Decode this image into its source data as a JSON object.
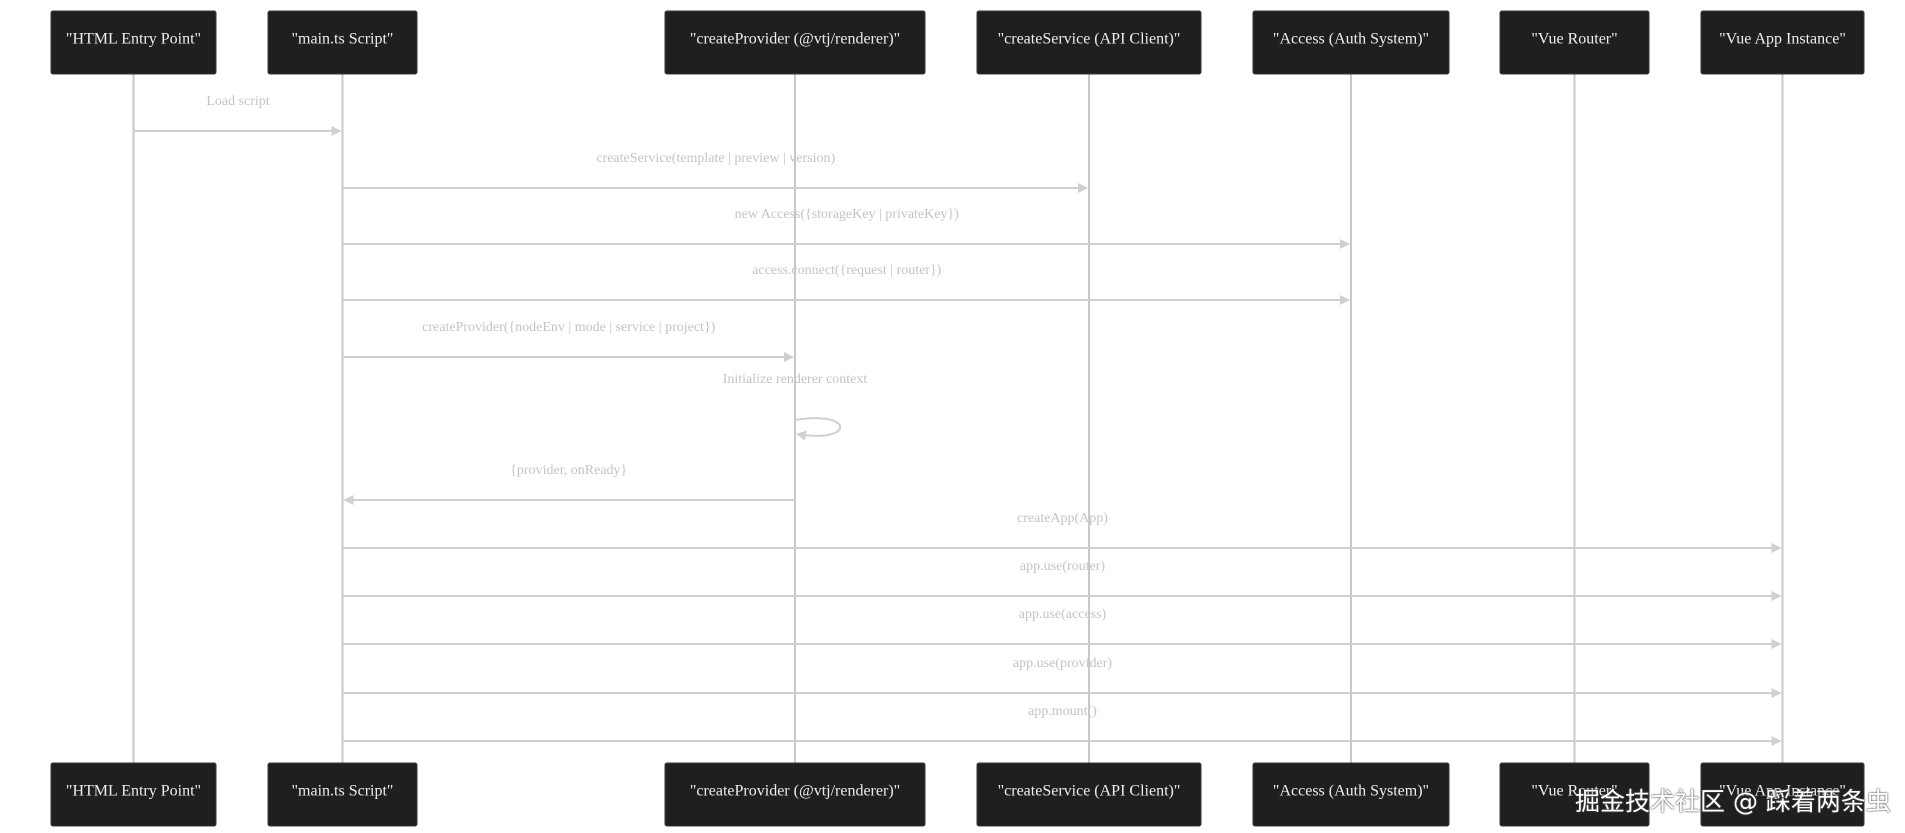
{
  "actors": [
    {
      "id": "html",
      "label": "\"HTML Entry Point\""
    },
    {
      "id": "main",
      "label": "\"main.ts Script\""
    },
    {
      "id": "provider",
      "label": "\"createProvider (@vtj/renderer)\""
    },
    {
      "id": "service",
      "label": "\"createService (API Client)\""
    },
    {
      "id": "access",
      "label": "\"Access (Auth System)\""
    },
    {
      "id": "router",
      "label": "\"Vue Router\""
    },
    {
      "id": "app",
      "label": "\"Vue App Instance\""
    }
  ],
  "messages": [
    {
      "from": "html",
      "to": "main",
      "label": "Load script"
    },
    {
      "from": "main",
      "to": "service",
      "label": "createService(template | preview | version)"
    },
    {
      "from": "main",
      "to": "access",
      "label": "new Access({storageKey | privateKey})"
    },
    {
      "from": "main",
      "to": "access",
      "label": "access.connect({request | router})"
    },
    {
      "from": "main",
      "to": "provider",
      "label": "createProvider({nodeEnv | mode | service | project})"
    },
    {
      "from": "provider",
      "to": "provider",
      "label": "Initialize renderer context",
      "self": true
    },
    {
      "from": "provider",
      "to": "main",
      "label": "{provider, onReady}",
      "return": true
    },
    {
      "from": "main",
      "to": "app",
      "label": "createApp(App)"
    },
    {
      "from": "main",
      "to": "app",
      "label": "app.use(router)"
    },
    {
      "from": "main",
      "to": "app",
      "label": "app.use(access)"
    },
    {
      "from": "main",
      "to": "app",
      "label": "app.use(provider)"
    },
    {
      "from": "main",
      "to": "app",
      "label": "app.mount()"
    }
  ],
  "watermark": "掘金技术社区 @ 踩着两条虫"
}
